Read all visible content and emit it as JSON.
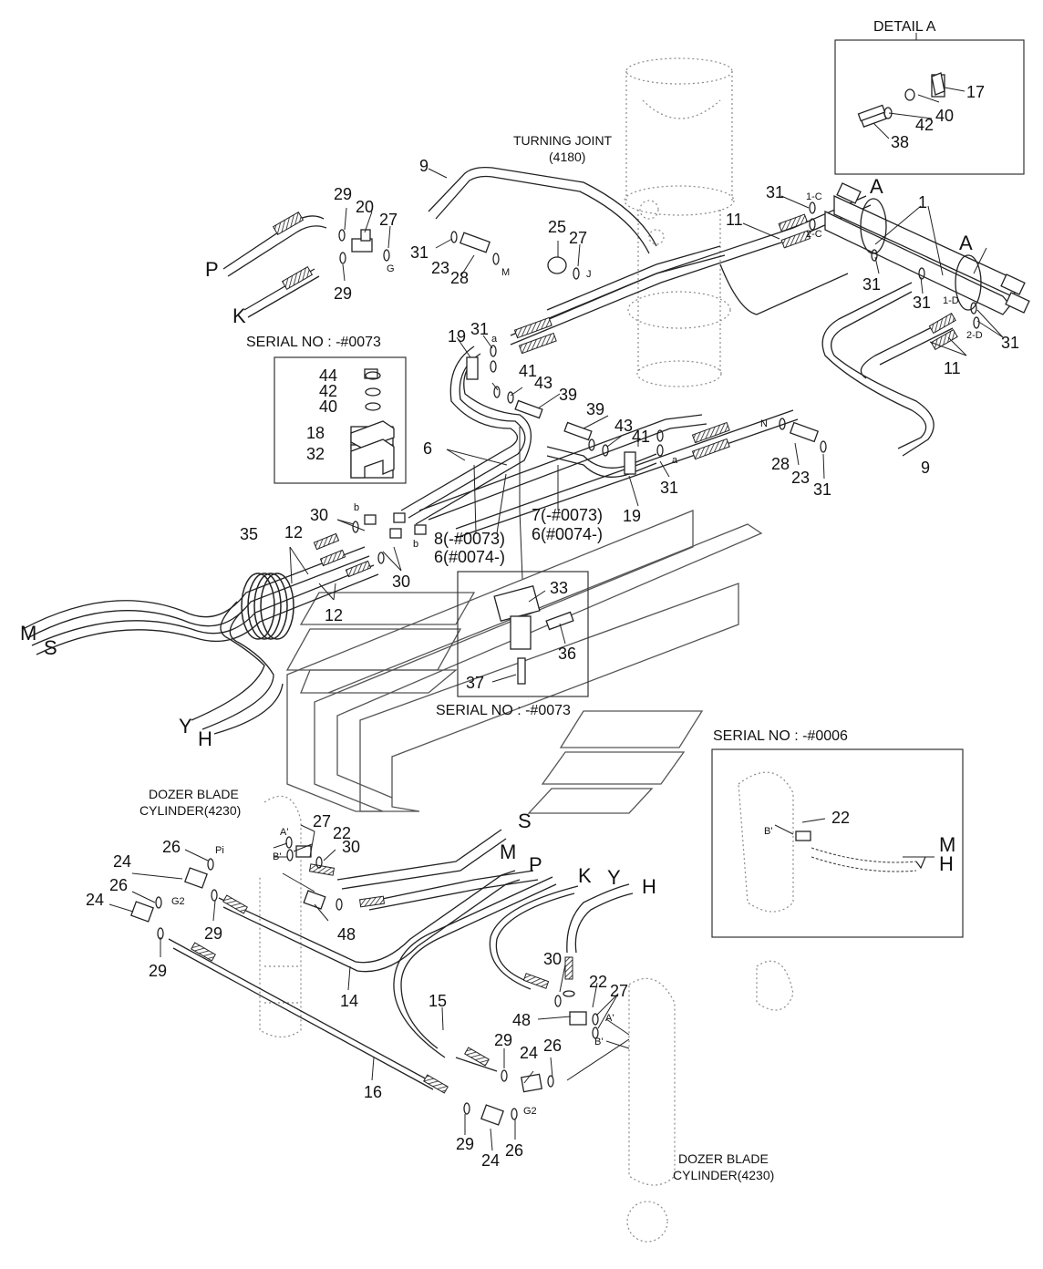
{
  "headings": {
    "detail_a": "DETAIL A",
    "turning_joint": "TURNING JOINT",
    "turning_joint_code": "(4180)",
    "serial_top": "SERIAL NO : -#0073",
    "serial_mid": "SERIAL NO : -#0073",
    "serial_right": "SERIAL NO : -#0006",
    "dozer_left_1": "DOZER BLADE",
    "dozer_left_2": "CYLINDER(4230)",
    "dozer_right_1": "DOZER BLADE",
    "dozer_right_2": "CYLINDER(4230)"
  },
  "callouts": {
    "n1": "1",
    "n9a": "9",
    "n9b": "9",
    "n11a": "11",
    "n11b": "11",
    "n12a": "12",
    "n12b": "12",
    "n14": "14",
    "n15": "15",
    "n16": "16",
    "n17": "17",
    "n18": "18",
    "n19a": "19",
    "n19b": "19",
    "n20": "20",
    "n22a": "22",
    "n22b": "22",
    "n22c": "22",
    "n23a": "23",
    "n23b": "23",
    "n24a": "24",
    "n24b": "24",
    "n24c": "24",
    "n24d": "24",
    "n25": "25",
    "n26a": "26",
    "n26b": "26",
    "n26c": "26",
    "n26d": "26",
    "n27a": "27",
    "n27b": "27",
    "n27c": "27",
    "n27d": "27",
    "n28a": "28",
    "n28b": "28",
    "n29a": "29",
    "n29b": "29",
    "n29c": "29",
    "n29d": "29",
    "n29e": "29",
    "n29f": "29",
    "n30a": "30",
    "n30b": "30",
    "n30c": "30",
    "n30d": "30",
    "n31a": "31",
    "n31b": "31",
    "n31c": "31",
    "n31d": "31",
    "n31e": "31",
    "n31f": "31",
    "n31g": "31",
    "n32": "32",
    "n33": "33",
    "n35": "35",
    "n36": "36",
    "n37": "37",
    "n38": "38",
    "n39a": "39",
    "n39b": "39",
    "n40a": "40",
    "n40b": "40",
    "n41a": "41",
    "n41b": "41",
    "n42a": "42",
    "n42b": "42",
    "n43a": "43",
    "n43b": "43",
    "n44": "44",
    "n48a": "48",
    "n48b": "48",
    "n6a": "6",
    "n7": "7(-#0073)",
    "n6b": "6(#0074-)",
    "n8": "8(-#0073)",
    "n6c": "6(#0074-)"
  },
  "ports": {
    "P1": "P",
    "K1": "K",
    "M1": "M",
    "S1": "S",
    "Y1": "Y",
    "H1": "H",
    "S2": "S",
    "M2": "M",
    "P2": "P",
    "K2": "K",
    "Y2": "Y",
    "H2": "H",
    "M3": "M",
    "H3": "H",
    "A1": "A",
    "A2": "A"
  },
  "small_marks": {
    "g": "G",
    "m": "M",
    "j": "J",
    "n": "N",
    "c1": "1-C",
    "c2": "2-C",
    "d1": "1-D",
    "d2": "2-D",
    "a1": "a",
    "a2": "a",
    "b1": "b",
    "b2": "b",
    "pi": "Pi",
    "g2a": "G2",
    "g2b": "G2",
    "ap1": "A'",
    "bp1": "B'",
    "ap2": "A'",
    "bp2": "B'",
    "bp3": "B'"
  },
  "colors": {
    "line": "#222222",
    "ghost": "#9a9a9a",
    "box": "#333333"
  }
}
